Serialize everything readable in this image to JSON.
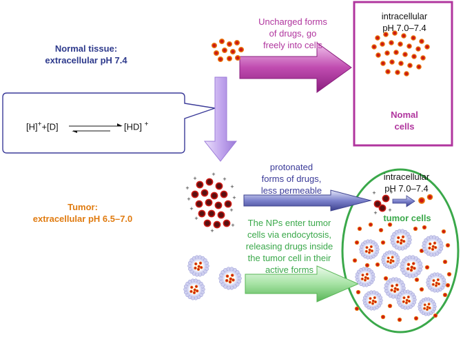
{
  "labels": {
    "normal_tissue": [
      "Normal tissue:",
      "extracellular pH 7.4"
    ],
    "tumor": [
      "Tumor:",
      "extracellular pH 6.5–7.0"
    ],
    "uncharged": [
      "Uncharged forms",
      "of drugs, go",
      "freely into cells"
    ],
    "protonated": [
      "protonated",
      "forms of drugs,",
      "less permeable"
    ],
    "nps_enter": [
      "The NPs enter tumor",
      "cells via endocytosis,",
      "releasing drugs inside",
      "the tumor cell in their",
      "active forms"
    ],
    "intracellular_normal": [
      "intracellular",
      "pH 7.0–7.4"
    ],
    "intracellular_tumor": [
      "intracellular",
      "pH 7.0–7.4"
    ],
    "nomal_cells": [
      "Nomal",
      "cells"
    ],
    "tumor_cells": "tumor cells"
  },
  "equation": {
    "left_a": "[H]",
    "left_a_sup": "+",
    "left_b": "+[D]",
    "right": "[HD]",
    "right_sup": "+"
  },
  "colors": {
    "normal_title": "#2e3a8c",
    "tumor_title": "#e07b10",
    "magenta": "#b0359e",
    "violet": "#b9a0e6",
    "blue_arrow": "#5b5fb0",
    "green": "#3aa84a",
    "drug_orange": "#e8740c",
    "drug_red": "#cc1a14",
    "protonated_dark": "#5a0f10"
  },
  "icons": [
    "drug-molecule-icon",
    "protonated-drug-icon",
    "nanoparticle-icon",
    "plus-sign-icon"
  ]
}
